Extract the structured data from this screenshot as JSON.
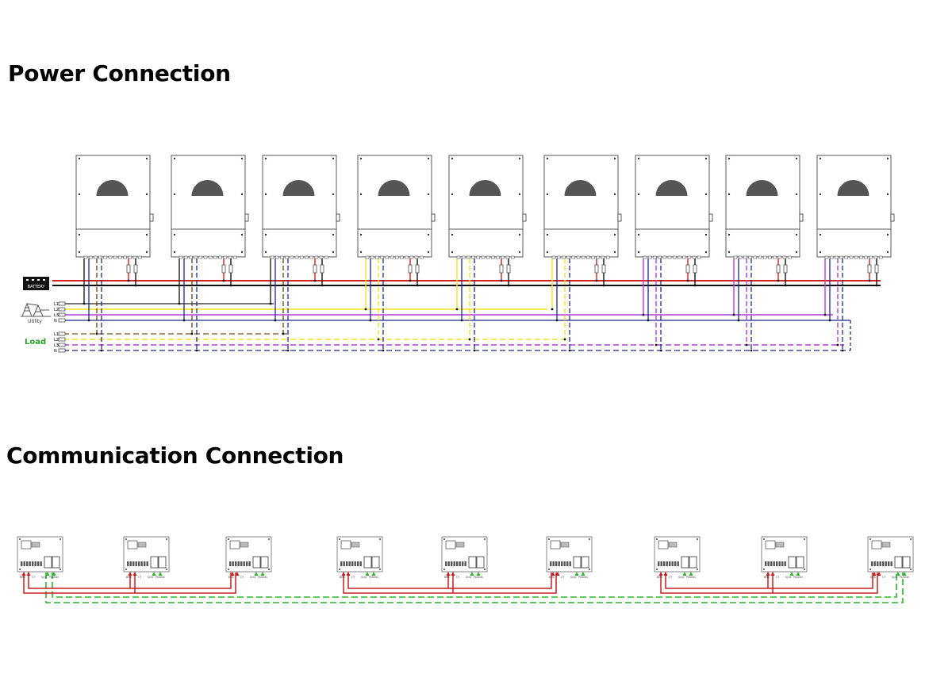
{
  "sections": {
    "power_title": "Power Connection",
    "communication_title": "Communication Connection"
  },
  "power": {
    "inverter_count": 9,
    "battery_label": "BATTERY",
    "utility_label": "Utility",
    "load_label": "Load",
    "utility_lines": [
      "L1",
      "L2",
      "L3",
      "N"
    ],
    "load_lines": [
      "L1",
      "L2",
      "L3",
      "N"
    ],
    "phase_groups": [
      "L1",
      "L1",
      "L1",
      "L2",
      "L2",
      "L2",
      "L3",
      "L3",
      "L3"
    ]
  },
  "communication": {
    "board_count": 9,
    "port_labels": [
      "BMS",
      "CT",
      "Sync",
      "Parallel"
    ]
  },
  "colors": {
    "battery_positive": "#d62020",
    "battery_negative": "#111111",
    "L1": "#222222",
    "L2": "#f2e418",
    "L3": "#b23fd6",
    "N": "#1c2a8a",
    "L1_load": "#7a4a1a",
    "neutral_line": "#1c2a8a",
    "load_label": "#2aa02a",
    "comm_red": "#c81e1e",
    "comm_green": "#2ab52a",
    "inverter_outline": "#555555",
    "inverter_display": "#555555"
  }
}
